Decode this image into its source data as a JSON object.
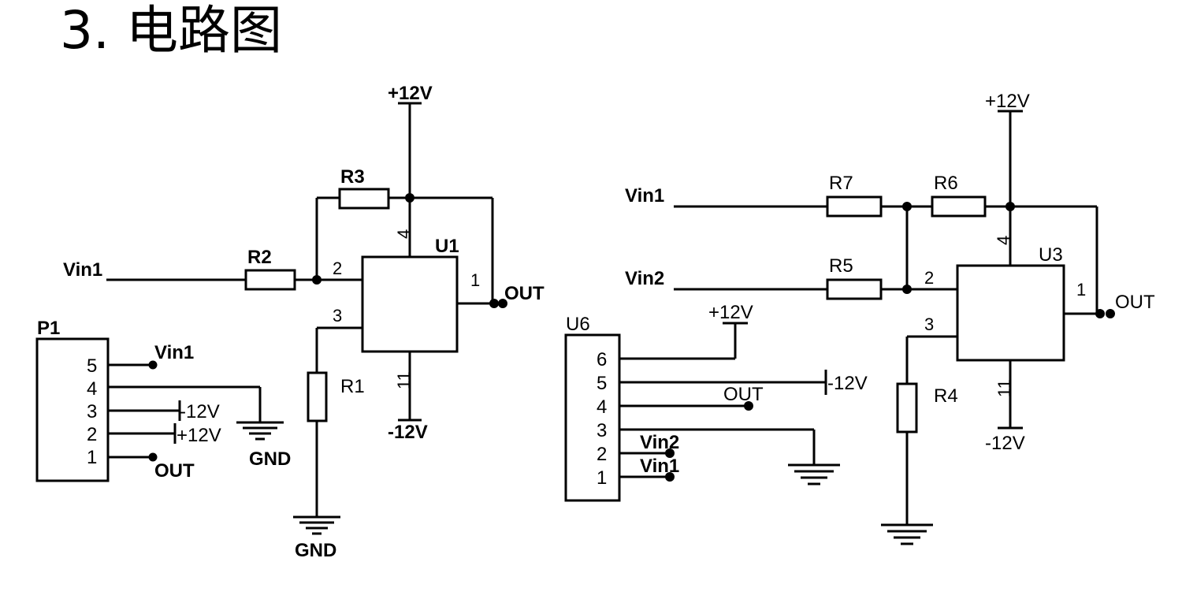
{
  "title": "3. 电路图",
  "left_circuit": {
    "supply_top": "+12V",
    "supply_bottom": "-12V",
    "opamp": {
      "ref": "U1",
      "pins": {
        "inverting": "2",
        "noninverting": "3",
        "output": "1",
        "vplus": "4",
        "vminus": "11"
      }
    },
    "resistors": [
      "R1",
      "R2",
      "R3"
    ],
    "input": "Vin1",
    "output": "OUT",
    "ground": "GND"
  },
  "connector_p1": {
    "ref": "P1",
    "pins": [
      {
        "num": "5",
        "net": "Vin1"
      },
      {
        "num": "4",
        "net": ""
      },
      {
        "num": "3",
        "net": "-12V"
      },
      {
        "num": "2",
        "net": "+12V"
      },
      {
        "num": "1",
        "net": "OUT"
      }
    ],
    "ground": "GND"
  },
  "right_circuit": {
    "supply_top": "+12V",
    "supply_bottom": "-12V",
    "opamp": {
      "ref": "U3",
      "pins": {
        "inverting": "2",
        "noninverting": "3",
        "output": "1",
        "vplus": "4",
        "vminus": "11"
      }
    },
    "resistors": [
      "R4",
      "R5",
      "R6",
      "R7"
    ],
    "inputs": [
      "Vin1",
      "Vin2"
    ],
    "output": "OUT"
  },
  "connector_u6": {
    "ref": "U6",
    "pins": [
      {
        "num": "6",
        "net": "+12V"
      },
      {
        "num": "5",
        "net": "-12V"
      },
      {
        "num": "4",
        "net": "OUT"
      },
      {
        "num": "3",
        "net": ""
      },
      {
        "num": "2",
        "net": "Vin2"
      },
      {
        "num": "1",
        "net": "Vin1"
      }
    ]
  }
}
